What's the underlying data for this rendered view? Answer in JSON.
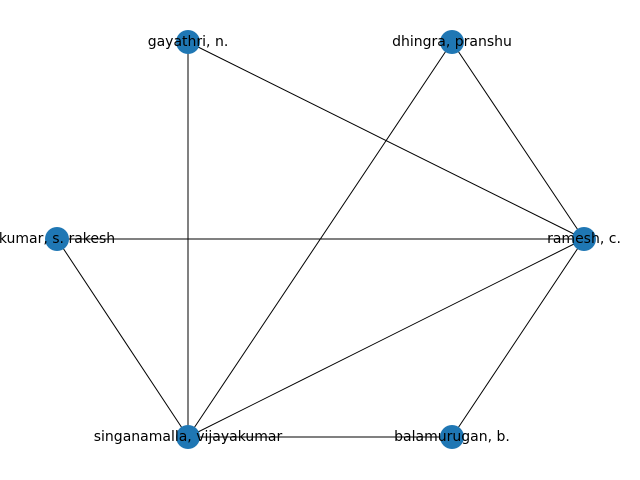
{
  "graph": {
    "node_color": "#1f77b4",
    "edge_color": "#000000",
    "nodes": [
      {
        "id": "gayathri",
        "label": "gayathri, n."
      },
      {
        "id": "dhingra",
        "label": "dhingra, pranshu"
      },
      {
        "id": "kumar",
        "label": "kumar, s. rakesh"
      },
      {
        "id": "ramesh",
        "label": "ramesh, c."
      },
      {
        "id": "singanamalla",
        "label": "singanamalla, vijayakumar"
      },
      {
        "id": "balamurugan",
        "label": "balamurugan, b."
      }
    ],
    "edges": [
      [
        "gayathri",
        "ramesh"
      ],
      [
        "gayathri",
        "singanamalla"
      ],
      [
        "dhingra",
        "ramesh"
      ],
      [
        "dhingra",
        "singanamalla"
      ],
      [
        "kumar",
        "ramesh"
      ],
      [
        "kumar",
        "singanamalla"
      ],
      [
        "ramesh",
        "singanamalla"
      ],
      [
        "ramesh",
        "balamurugan"
      ],
      [
        "singanamalla",
        "balamurugan"
      ]
    ]
  }
}
